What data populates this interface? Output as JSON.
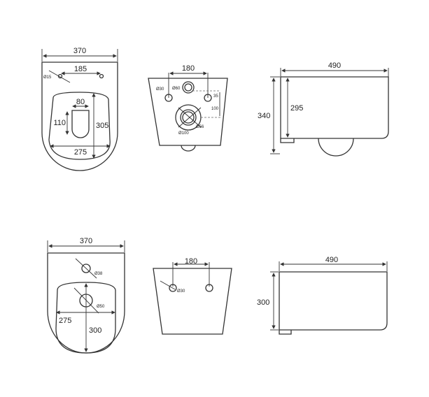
{
  "top_row": {
    "plan_view": {
      "width": "370",
      "hole_spacing": "185",
      "hole_diameter": "Ø15",
      "outlet_width": "80",
      "outlet_length": "110",
      "bowl_length": "305",
      "bowl_width": "275"
    },
    "rear_view": {
      "fixing_spacing": "180",
      "fixing_diameter": "Ø30",
      "inlet_diameter": "Ø60",
      "offset": "35",
      "vertical_spacing": "100",
      "outlet_outer_diameter": "Ø100",
      "outlet_inner_diameter": "Ø56"
    },
    "side_view": {
      "length": "490",
      "total_height": "340",
      "body_height": "295"
    }
  },
  "bottom_row": {
    "plan_view": {
      "width": "370",
      "tap_hole_diameter": "Ø38",
      "drain_diameter": "Ø50",
      "bowl_width": "275",
      "bowl_length": "300"
    },
    "rear_view": {
      "fixing_spacing": "180",
      "fixing_diameter": "Ø30"
    },
    "side_view": {
      "length": "490",
      "height": "300"
    }
  }
}
